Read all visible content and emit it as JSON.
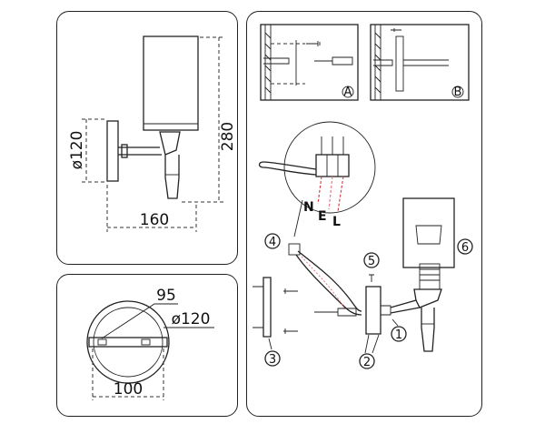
{
  "side_view": {
    "height_label": "280",
    "width_label": "160",
    "base_diameter_label": "ø120"
  },
  "top_view": {
    "plate_width_label": "95",
    "base_diameter_label": "ø120",
    "depth_label": "100"
  },
  "installation": {
    "detail_a_label": "A",
    "detail_b_label": "B",
    "wire_n": "N",
    "wire_e": "E",
    "wire_l": "L",
    "steps": [
      "1",
      "2",
      "3",
      "4",
      "5",
      "6"
    ]
  },
  "colors": {
    "line": "#222222",
    "wire_red": "#d9434e",
    "wire_pink": "#e87a87"
  }
}
